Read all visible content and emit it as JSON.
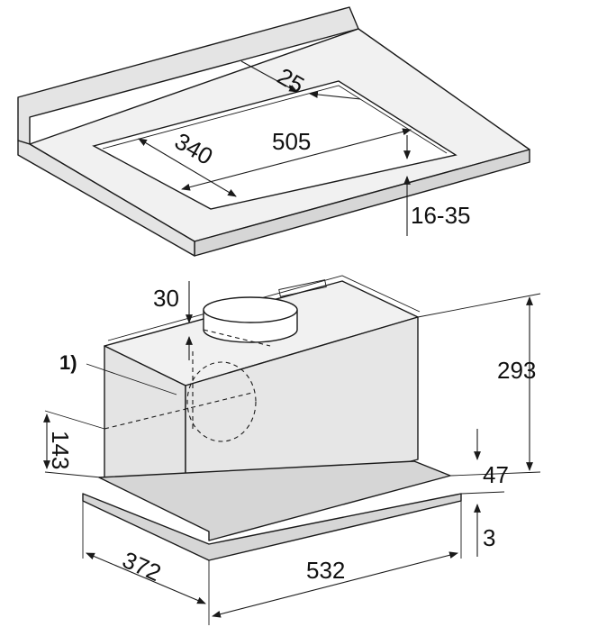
{
  "worktop": {
    "cutout_depth_label": "340",
    "cutout_width_label": "505",
    "rear_offset_label": "25",
    "worktop_thickness_label": "16-35"
  },
  "hood": {
    "duct_label": "30",
    "height_label": "293",
    "front_height_label": "47",
    "lip_label": "3",
    "side_offset_label": "143",
    "depth_label": "372",
    "width_label": "532",
    "footnote_label": "1)"
  }
}
